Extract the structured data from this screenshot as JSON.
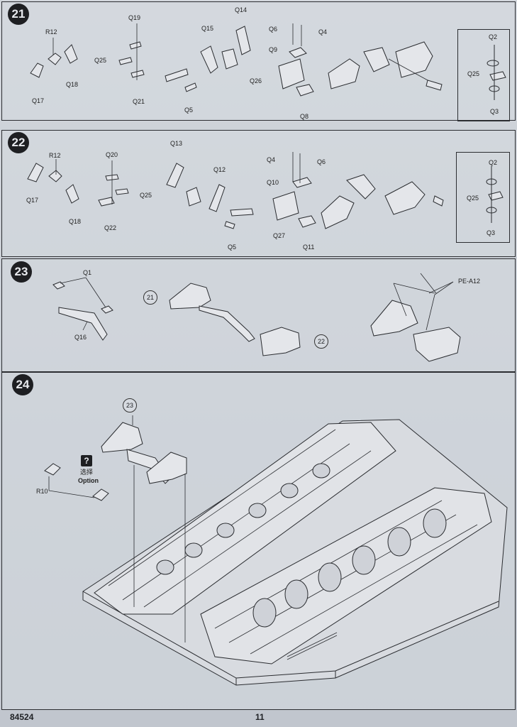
{
  "steps": {
    "s21": {
      "number": "21",
      "labels": {
        "R12": "R12",
        "Q17": "Q17",
        "Q18": "Q18",
        "Q19": "Q19",
        "Q25": "Q25",
        "Q21": "Q21",
        "Q15": "Q15",
        "Q14": "Q14",
        "Q5": "Q5",
        "Q6": "Q6",
        "Q4": "Q4",
        "Q9": "Q9",
        "Q26": "Q26",
        "Q8": "Q8",
        "inset_Q2": "Q2",
        "inset_Q25": "Q25",
        "inset_Q3": "Q3"
      }
    },
    "s22": {
      "number": "22",
      "labels": {
        "R12": "R12",
        "Q17": "Q17",
        "Q18": "Q18",
        "Q20": "Q20",
        "Q25": "Q25",
        "Q22": "Q22",
        "Q13": "Q13",
        "Q12": "Q12",
        "Q5": "Q5",
        "Q4": "Q4",
        "Q6": "Q6",
        "Q10": "Q10",
        "Q27": "Q27",
        "Q11": "Q11",
        "inset_Q2": "Q2",
        "inset_Q25": "Q25",
        "inset_Q3": "Q3"
      }
    },
    "s23": {
      "number": "23",
      "labels": {
        "Q1": "Q1",
        "Q16": "Q16",
        "ref21": "21",
        "ref22": "22",
        "PEA12": "PE-A12"
      }
    },
    "s24": {
      "number": "24",
      "labels": {
        "ref23": "23",
        "R10": "R10",
        "option_cn": "选择",
        "option_en": "Option",
        "qmark": "?"
      }
    }
  },
  "footer": {
    "code": "84524",
    "page": "11"
  },
  "icons": [
    "step-badge",
    "question-mark-icon",
    "reference-circle"
  ]
}
